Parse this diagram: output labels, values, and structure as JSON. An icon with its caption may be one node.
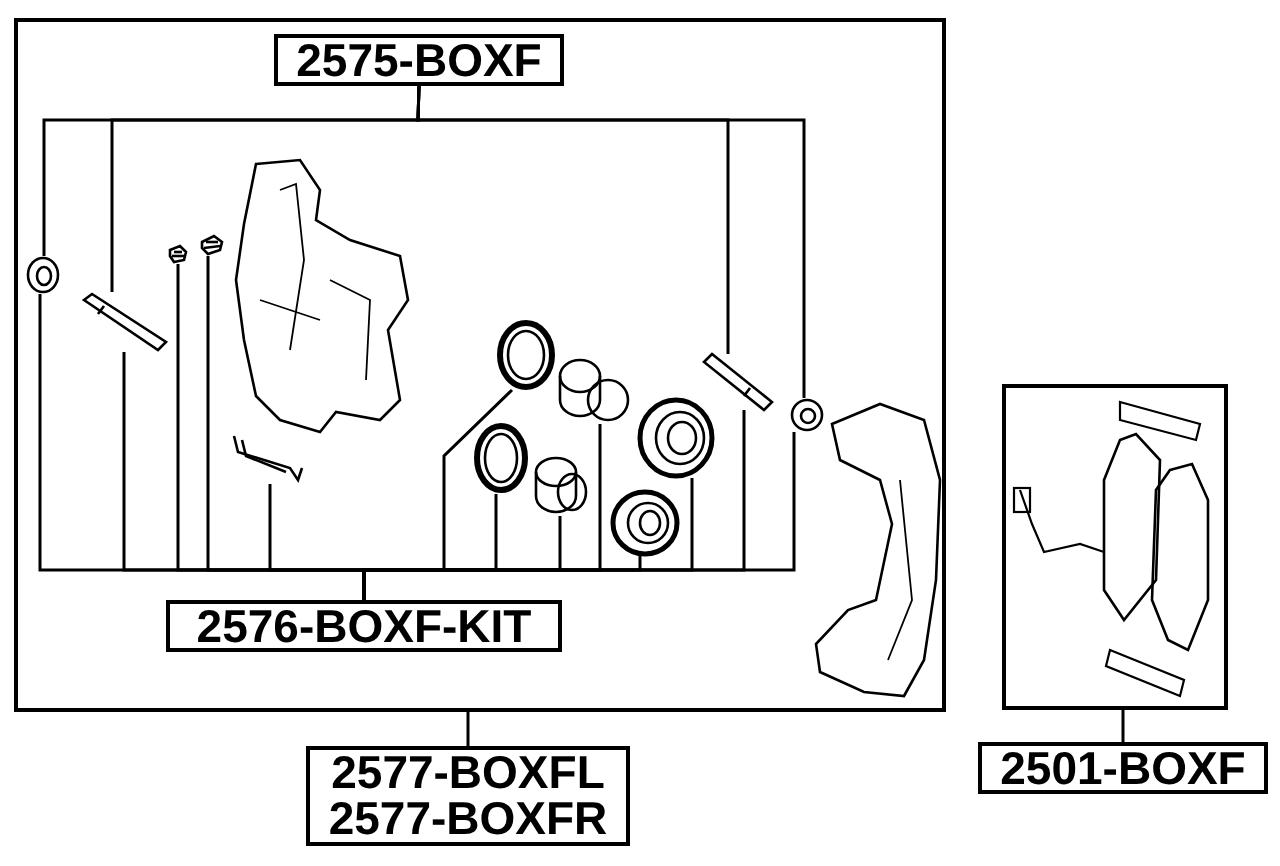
{
  "diagram": {
    "nodes": [
      {
        "text": [],
        "shape": "box"
      },
      {
        "text": [
          "2575-BOXF"
        ],
        "in": 0
      },
      {
        "text": [],
        "shape": "picture",
        "in": 0
      },
      {
        "text": [],
        "shape": "picture",
        "in": 0
      },
      {
        "text": [],
        "shape": "picture",
        "in": 0
      },
      {
        "text": [],
        "shape": "picture",
        "in": 0
      },
      {
        "text": [],
        "shape": "picture",
        "in": 0
      },
      {
        "text": [],
        "shape": "picture",
        "in": 0
      },
      {
        "text": [],
        "shape": "picture",
        "in": 0
      },
      {
        "text": [],
        "shape": "picture",
        "in": 0
      },
      {
        "text": [],
        "shape": "picture",
        "in": 0
      },
      {
        "text": [],
        "shape": "picture",
        "in": 0
      },
      {
        "text": [],
        "shape": "picture",
        "in": 0
      },
      {
        "text": [],
        "shape": "picture",
        "in": 0
      },
      {
        "text": [],
        "shape": "picture",
        "in": 0
      },
      {
        "text": [
          "2576-BOXF-KIT"
        ],
        "in": 0
      },
      {
        "text": [
          "2577-BOXFL",
          "2577-BOXFR"
        ]
      },
      {
        "text": [],
        "shape": "box"
      },
      {
        "text": [
          "2501-BOXF"
        ]
      }
    ],
    "edges": [
      {
        "from": 1,
        "to": 2,
        "arrow": "none"
      },
      {
        "from": 1,
        "to": 3,
        "arrow": "none"
      },
      {
        "from": 1,
        "to": 13,
        "arrow": "none"
      },
      {
        "from": 1,
        "to": 14,
        "arrow": "none"
      },
      {
        "from": 15,
        "to": 2,
        "arrow": "none"
      },
      {
        "from": 15,
        "to": 3,
        "arrow": "none"
      },
      {
        "from": 15,
        "to": 4,
        "arrow": "none"
      },
      {
        "from": 15,
        "to": 5,
        "arrow": "none"
      },
      {
        "from": 15,
        "to": 6,
        "arrow": "none"
      },
      {
        "from": 15,
        "to": 7,
        "arrow": "none"
      },
      {
        "from": 15,
        "to": 8,
        "arrow": "none"
      },
      {
        "from": 15,
        "to": 10,
        "arrow": "none"
      },
      {
        "from": 15,
        "to": 9,
        "arrow": "none"
      },
      {
        "from": 15,
        "to": 12,
        "arrow": "none"
      },
      {
        "from": 15,
        "to": 11,
        "arrow": "none"
      },
      {
        "from": 15,
        "to": 13,
        "arrow": "none"
      },
      {
        "from": 15,
        "to": 14,
        "arrow": "none"
      },
      {
        "from": 16,
        "to": 0,
        "arrow": "none"
      },
      {
        "from": 18,
        "to": 17,
        "arrow": "none"
      }
    ]
  }
}
